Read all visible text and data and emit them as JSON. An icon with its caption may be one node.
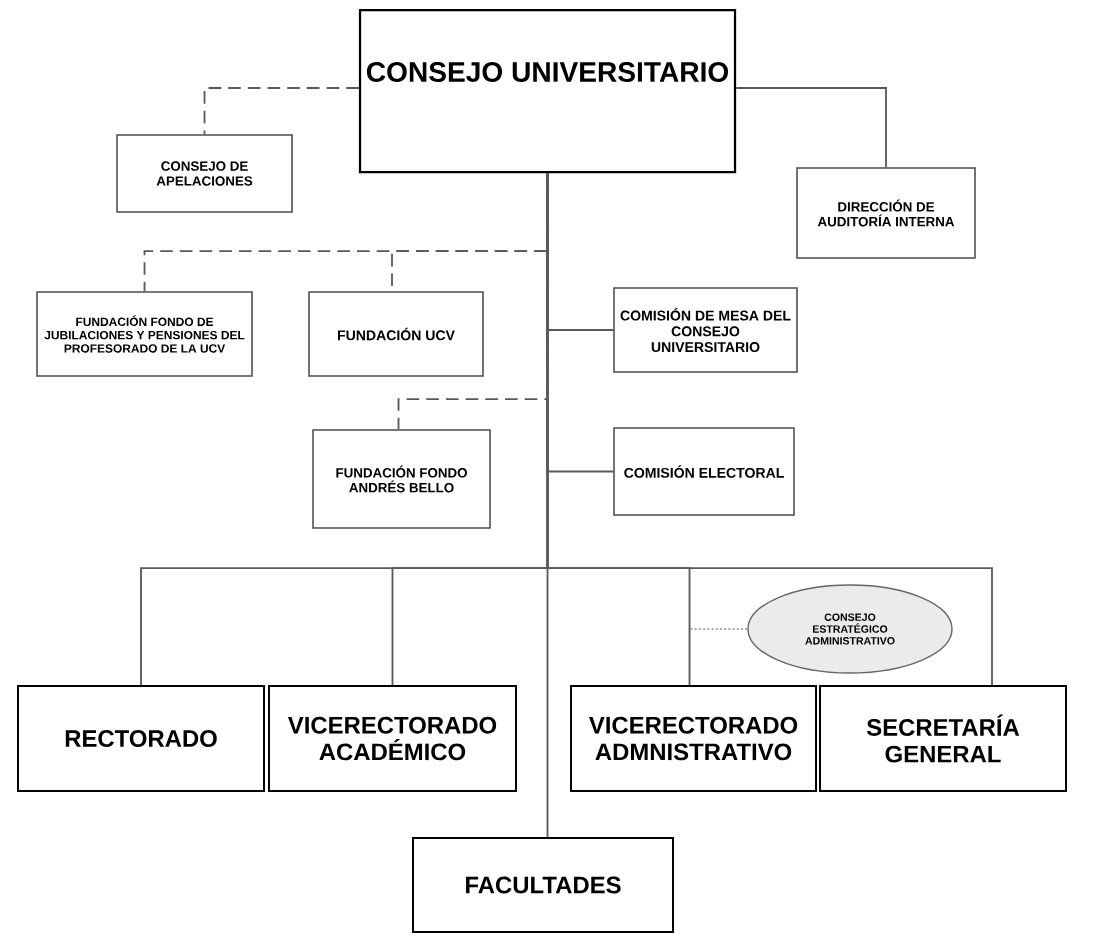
{
  "diagram": {
    "nodes": [
      {
        "text": [
          "CONSEJO UNIVERSITARIO"
        ]
      },
      {
        "text": [
          "CONSEJO DE APELACIONES"
        ]
      },
      {
        "text": [
          "DIRECCIÓN DE AUDITORÍA INTERNA"
        ]
      },
      {
        "text": [
          "FUNDACIÓN FONDO DE JUBILACIONES Y PENSIONES DEL PROFESORADO DE LA UCV"
        ]
      },
      {
        "text": [
          "FUNDACIÓN UCV"
        ]
      },
      {
        "text": [
          "COMISIÓN DE MESA DEL CONSEJO UNIVERSITARIO"
        ]
      },
      {
        "text": [
          "FUNDACIÓN FONDO ANDRÉS BELLO"
        ]
      },
      {
        "text": [
          "COMISIÓN ELECTORAL"
        ]
      },
      {
        "text": [
          "RECTORADO"
        ]
      },
      {
        "text": [
          "VICERECTORADO ACADÉMICO"
        ]
      },
      {
        "text": [
          "CONSEJO ESTRATÉGICO ADMINISTRATIVO"
        ]
      },
      {
        "text": [
          "VICERECTORADO ADMNISTRATIVO"
        ]
      },
      {
        "text": [
          "SECRETARÍA GENERAL"
        ]
      },
      {
        "text": [
          "FACULTADES"
        ]
      }
    ],
    "edges": [
      {
        "from": 0,
        "to": 1,
        "arrow": "none",
        "style": "dashed"
      },
      {
        "from": 0,
        "to": 2,
        "arrow": "none"
      },
      {
        "from": 0,
        "to": 3,
        "arrow": "none",
        "style": "dashed"
      },
      {
        "from": 0,
        "to": 4,
        "arrow": "none",
        "style": "dashed"
      },
      {
        "from": 0,
        "to": 5,
        "arrow": "none"
      },
      {
        "from": 0,
        "to": 6,
        "arrow": "none",
        "style": "dashed"
      },
      {
        "from": 0,
        "to": 7,
        "arrow": "none"
      },
      {
        "from": 0,
        "to": 8,
        "arrow": "none"
      },
      {
        "from": 0,
        "to": 9,
        "arrow": "none"
      },
      {
        "from": 0,
        "to": 11,
        "arrow": "none"
      },
      {
        "from": 0,
        "to": 12,
        "arrow": "none"
      },
      {
        "from": 0,
        "to": 13,
        "arrow": "none"
      },
      {
        "from": 10,
        "to": 11,
        "arrow": "none",
        "style": "dashed"
      }
    ]
  }
}
